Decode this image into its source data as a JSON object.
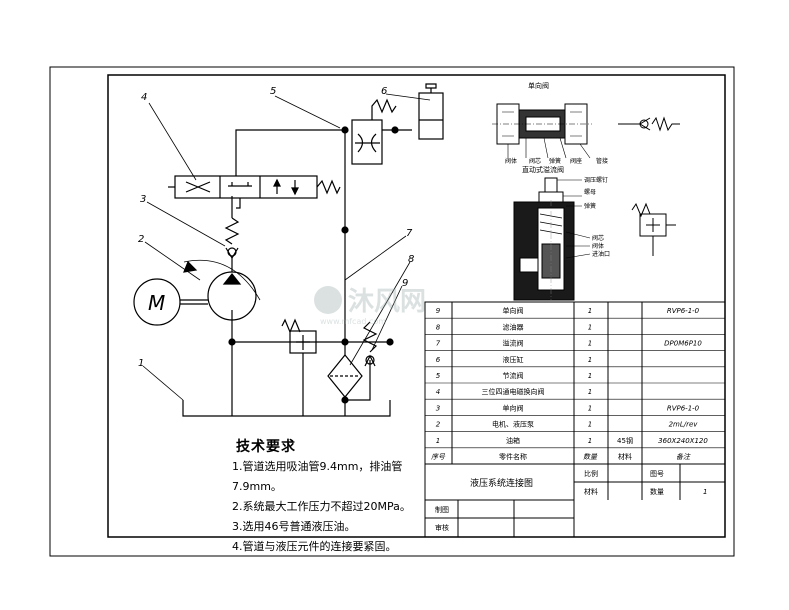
{
  "drawing": {
    "callouts": [
      "1",
      "2",
      "3",
      "4",
      "5",
      "6",
      "7",
      "8",
      "9"
    ],
    "motor_label": "M",
    "section1_title": "单向阀",
    "section1_parts": [
      "阀体",
      "阀芯",
      "弹簧",
      "阀座",
      "管接"
    ],
    "section2_title": "直动式溢流阀",
    "section2_parts": [
      "调压螺钉",
      "螺母",
      "弹簧",
      "阀芯",
      "阀体",
      "进油口"
    ]
  },
  "tech": {
    "title": "技术要求",
    "items": [
      "1.管道选用吸油管9.4mm，排油管7.9mm。",
      "2.系统最大工作压力不超过20MPa。",
      "3.选用46号普通液压油。",
      "4.管道与液压元件的连接要紧固。"
    ]
  },
  "bom": {
    "rows": [
      {
        "no": "9",
        "name": "单向阀",
        "qty": "1",
        "material": "",
        "remark": "RVP6-1-0"
      },
      {
        "no": "8",
        "name": "滤油器",
        "qty": "1",
        "material": "",
        "remark": ""
      },
      {
        "no": "7",
        "name": "溢流阀",
        "qty": "1",
        "material": "",
        "remark": "DP0M6P10"
      },
      {
        "no": "6",
        "name": "液压缸",
        "qty": "1",
        "material": "",
        "remark": ""
      },
      {
        "no": "5",
        "name": "节流阀",
        "qty": "1",
        "material": "",
        "remark": ""
      },
      {
        "no": "4",
        "name": "三位四通电磁换向阀",
        "qty": "1",
        "material": "",
        "remark": ""
      },
      {
        "no": "3",
        "name": "单向阀",
        "qty": "1",
        "material": "",
        "remark": "RVP6-1-0"
      },
      {
        "no": "2",
        "name": "电机、液压泵",
        "qty": "1",
        "material": "",
        "remark": "2mL/rev"
      },
      {
        "no": "1",
        "name": "油箱",
        "qty": "1",
        "material": "45钢",
        "remark": "360X240X120"
      }
    ],
    "header": {
      "no": "序号",
      "name": "零件名称",
      "qty": "数量",
      "material": "材料",
      "remark": "备注"
    }
  },
  "title_block": {
    "drawing_name": "液压系统连接图",
    "scale_label": "比例",
    "drawing_no_label": "图号",
    "material_label": "材料",
    "quantity_label": "数量",
    "quantity_value": "1",
    "drawn_label": "制图",
    "checked_label": "审核"
  },
  "watermark": {
    "text": "沐风网",
    "url": "www.mfcad.com"
  }
}
